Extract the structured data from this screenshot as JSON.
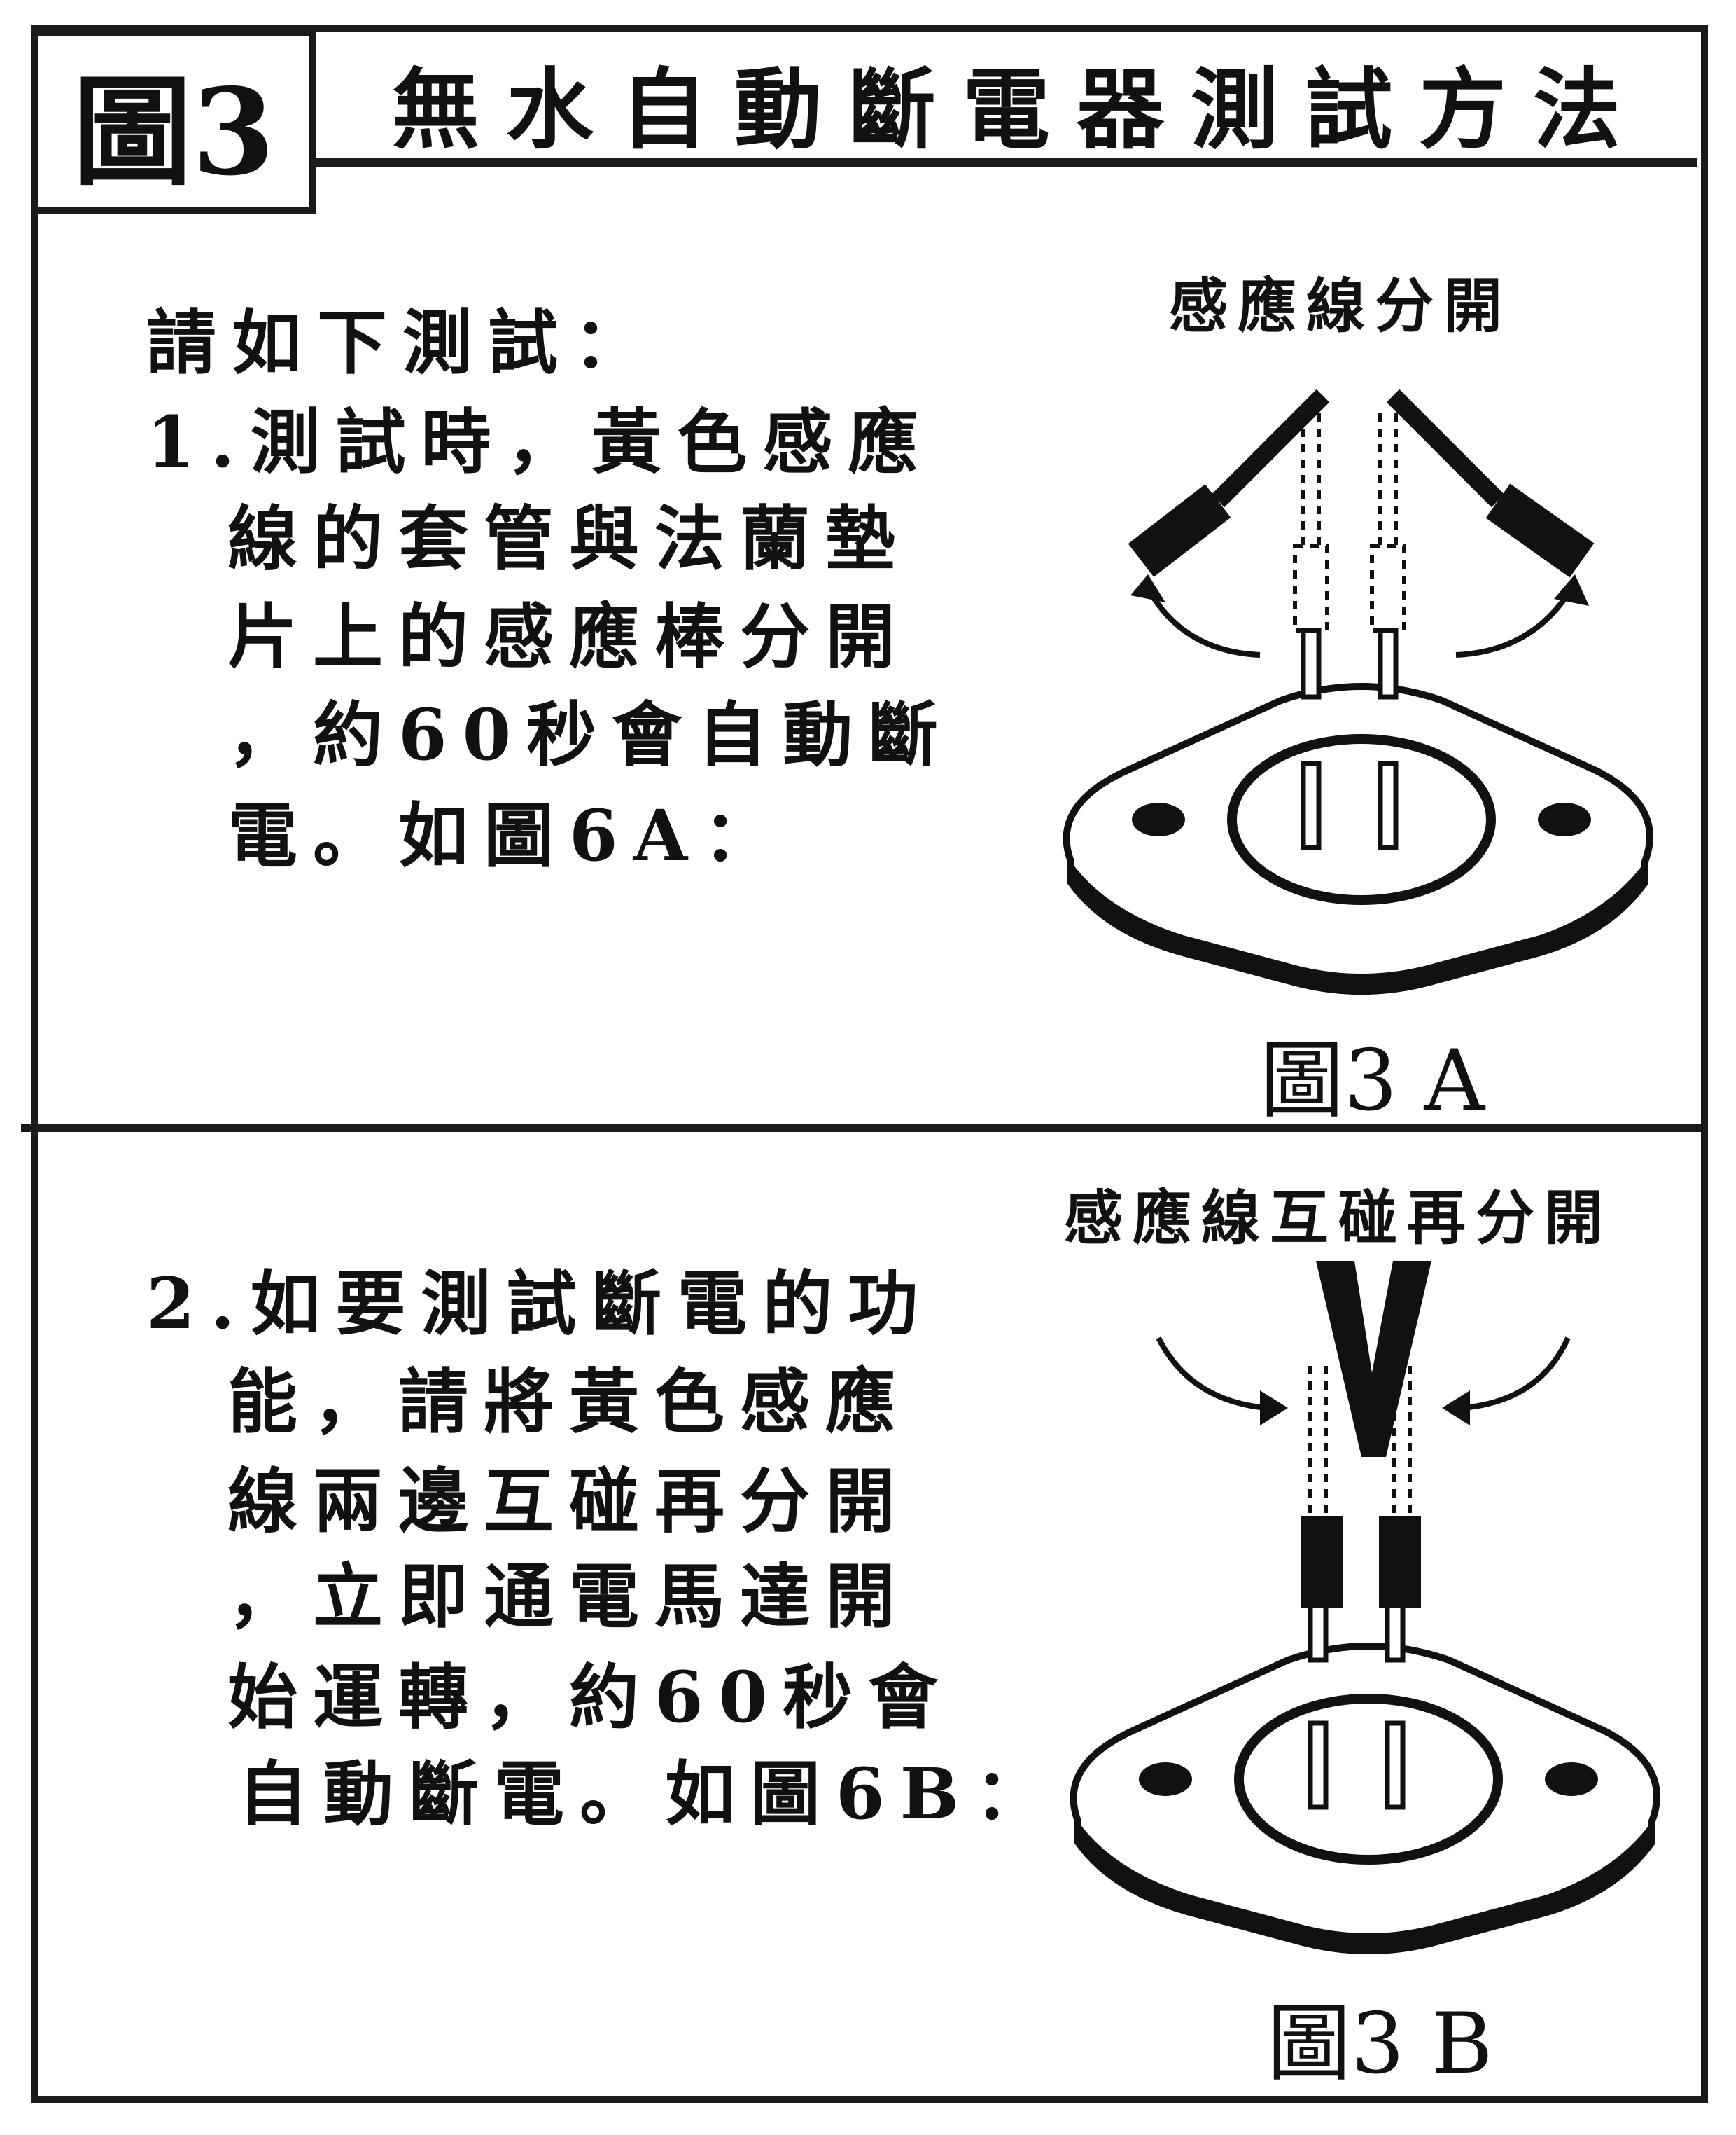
{
  "header": {
    "figure_label": "圖3",
    "title": "無水自動斷電器測試方法"
  },
  "section_a": {
    "lines": [
      "請如下測試：",
      "1.測試時，黃色感應",
      "線的套管與法蘭墊",
      "片上的感應棒分開",
      "，約60秒會自動斷",
      "電。如圖6A："
    ],
    "diagram_label": "感應線分開",
    "figure_caption": "圖3 A"
  },
  "section_b": {
    "lines": [
      "2.如要測試斷電的功",
      "能，請將黃色感應",
      "線兩邊互碰再分開",
      "，立即通電馬達開",
      "始運轉，約60秒會",
      "自動斷電。如圖6B："
    ],
    "diagram_label": "感應線互碰再分開",
    "figure_caption": "圖3 B"
  }
}
